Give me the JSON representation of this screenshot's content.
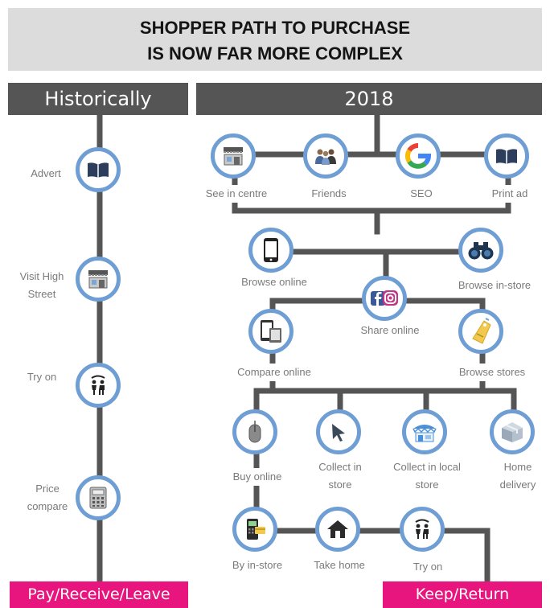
{
  "title": {
    "line1": "SHOPPER PATH TO PURCHASE",
    "line2": "IS NOW FAR MORE COMPLEX"
  },
  "columns": {
    "left": "Historically",
    "right": "2018"
  },
  "historical_steps": [
    {
      "label": "Advert",
      "icon": "book-icon"
    },
    {
      "label": "Visit High Street",
      "icon": "storefront-icon"
    },
    {
      "label": "Try on",
      "icon": "fitting-room-icon"
    },
    {
      "label": "Price compare",
      "icon": "calculator-icon"
    }
  ],
  "modern_nodes": {
    "see_in_centre": {
      "label": "See in centre",
      "icon": "storefront-icon"
    },
    "friends": {
      "label": "Friends",
      "icon": "people-icon"
    },
    "seo": {
      "label": "SEO",
      "icon": "google-g-icon"
    },
    "print_ad": {
      "label": "Print ad",
      "icon": "book-icon"
    },
    "browse_online": {
      "label": "Browse online",
      "icon": "smartphone-icon"
    },
    "browse_instore": {
      "label": "Browse in-store",
      "icon": "binoculars-icon"
    },
    "share_online": {
      "label": "Share online",
      "icon": "social-media-icon"
    },
    "compare_online": {
      "label": "Compare online",
      "icon": "devices-icon"
    },
    "browse_stores": {
      "label": "Browse stores",
      "icon": "price-tag-icon"
    },
    "buy_online": {
      "label": "Buy online",
      "icon": "mouse-icon"
    },
    "collect_in_store": {
      "label": "Collect in store",
      "icon": "cursor-icon"
    },
    "collect_local_store": {
      "label": "Collect in local store",
      "icon": "shop-awning-icon"
    },
    "home_delivery": {
      "label": "Home delivery",
      "icon": "parcel-icon"
    },
    "by_in_store": {
      "label": "By in-store",
      "icon": "card-terminal-icon"
    },
    "take_home": {
      "label": "Take home",
      "icon": "house-icon"
    },
    "try_on": {
      "label": "Try on",
      "icon": "fitting-room-icon"
    }
  },
  "outcomes": {
    "left": "Pay/Receive/Leave",
    "right": "Keep/Return"
  },
  "colors": {
    "connector": "#555555",
    "node_ring": "#6e9ed4",
    "outcome": "#e8157e",
    "banner": "#dcdcdc"
  }
}
